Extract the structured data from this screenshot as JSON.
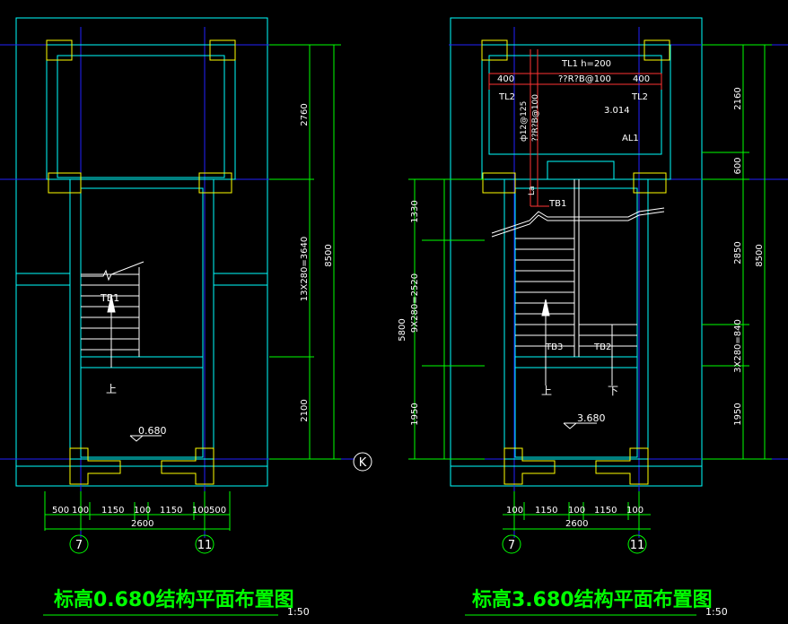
{
  "left_plan": {
    "title": "标高0.680结构平面布置图",
    "scale": "1:50",
    "right_dims": [
      "2760",
      "13X280=3640",
      "2100"
    ],
    "overall_dim": "8500",
    "bottom_dims": [
      "500",
      "100",
      "1150",
      "100",
      "1150",
      "100",
      "500"
    ],
    "bottom_total": "2600",
    "stair_label": "TB1",
    "up_label": "上",
    "level": "0.680",
    "axis_left": "7",
    "axis_right": "11",
    "axis_row": "K"
  },
  "right_plan": {
    "title": "标高3.680结构平面布置图",
    "scale": "1:50",
    "right_dims": [
      "2160",
      "600",
      "2850",
      "3X280=840",
      "1950"
    ],
    "overall_dim": "8500",
    "left_dims": [
      "1330",
      "9X280=2520",
      "1950"
    ],
    "left_total": "5800",
    "bottom_dims": [
      "100",
      "1150",
      "100",
      "1150",
      "100"
    ],
    "bottom_total": "2600",
    "beam_note": "TL1 h=200",
    "rebar_top": "??R?B@100",
    "width_left": "400",
    "width_right": "400",
    "tl2_left": "TL2",
    "tl2_right": "TL2",
    "rebar_v1": "ф12@125",
    "rebar_v2": "??R?B@100",
    "slab_level": "3.014",
    "beam_al": "AL1",
    "la_label": "La",
    "tb1": "TB1",
    "tb2": "TB2",
    "tb3": "TB3",
    "up_label": "上",
    "down_label": "下",
    "level": "3.680",
    "axis_left": "7",
    "axis_right": "11"
  },
  "colors": {
    "background": "#000000",
    "wall": "#00ffff",
    "column": "#ffff00",
    "axis": "#0000ff",
    "dimension": "#00ff00",
    "text": "#ffffff",
    "rebar": "#ff0000",
    "title": "#00ff00"
  }
}
